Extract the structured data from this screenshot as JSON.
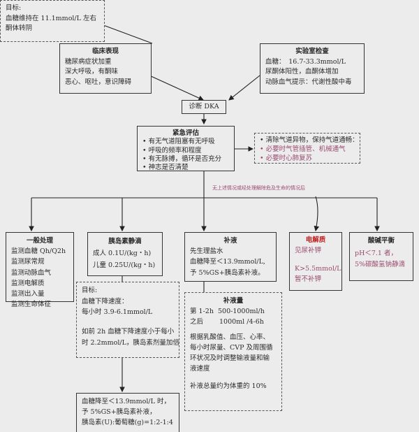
{
  "goal_top": {
    "title": "目标:",
    "lines": [
      "血糖维持在 11.1mmol/L 左右",
      "酮体转阴"
    ]
  },
  "clinical": {
    "title": "临床表现",
    "lines": [
      "糖尿病症状加重",
      "深大呼吸，有酮味",
      "恶心、呕吐，意识障碍"
    ]
  },
  "lab": {
    "title": "实验室检查",
    "lines": [
      "血糖：　16.7-33.3mmol/L",
      "尿酮体阳性，血酮体增加",
      "动脉血气提示：代谢性酸中毒"
    ]
  },
  "diagnosis": {
    "label": "诊断 DKA"
  },
  "emergency": {
    "title": "紧急评估",
    "items": [
      "有无气道阻塞有无呼吸",
      "呼吸的频率和程度",
      "有无脉搏，循环是否充分",
      "神志是否清楚"
    ]
  },
  "airway": {
    "items": [
      "清除气道异物，保持气道通畅：",
      "必要时气管插管、机械通气",
      "必要时心肺复苏"
    ]
  },
  "branch_note": "无上述情况或经处理解除危及生命的情况后",
  "general": {
    "title": "一般处理",
    "lines": [
      "监测血糖 Qh/Q2h",
      "监测尿常规",
      "监测动脉血气",
      "监测电解质",
      "监测出入量",
      "监测生命体征"
    ]
  },
  "insulin": {
    "title": "胰岛素静滴",
    "lines": [
      "成人 0.1U/(kg・h)",
      "儿童 0.25U/(kg・h)"
    ]
  },
  "insulin_goal": {
    "title": "目标:",
    "lines": [
      "血糖下降速度：",
      "每小时 3.9-6.1mmol/L",
      "",
      "如前 2h 血糖下降速度小于每小",
      "时 2.2mmol/L，胰岛素剂量加倍"
    ]
  },
  "insulin_bottom": {
    "lines": [
      "血糖降至＜13.9mmol/L 时，",
      "予 5%GS+胰岛素补液，",
      "胰岛素(U):葡萄糖(g)=1:2-1:4"
    ]
  },
  "fluid": {
    "title": "补液",
    "lines": [
      "先生理盐水",
      "血糖降至＜13.9mmol/L,",
      "予 5%GS+胰岛素补液。"
    ]
  },
  "fluid_volume": {
    "title": "补液量",
    "rows": [
      [
        "第 1-2h",
        "500-1000ml/h"
      ],
      [
        "之后",
        "1000ml /4-6h"
      ]
    ],
    "lines": [
      "根据乳酸值、血压、心率、",
      "每小时尿量、CVP 及周围循",
      "环状况及时调整输液量和输",
      "液速度",
      "",
      "补液总量约为体重的 10%"
    ]
  },
  "electrolyte": {
    "title": "电解质",
    "lines": [
      "见尿补钾",
      "",
      "K>5.5mmol/L",
      "暂不补钾"
    ]
  },
  "acidbase": {
    "title": "酸碱平衡",
    "lines": [
      "pH＜7.1 者，",
      "5%碳酸氢钠静滴"
    ]
  }
}
